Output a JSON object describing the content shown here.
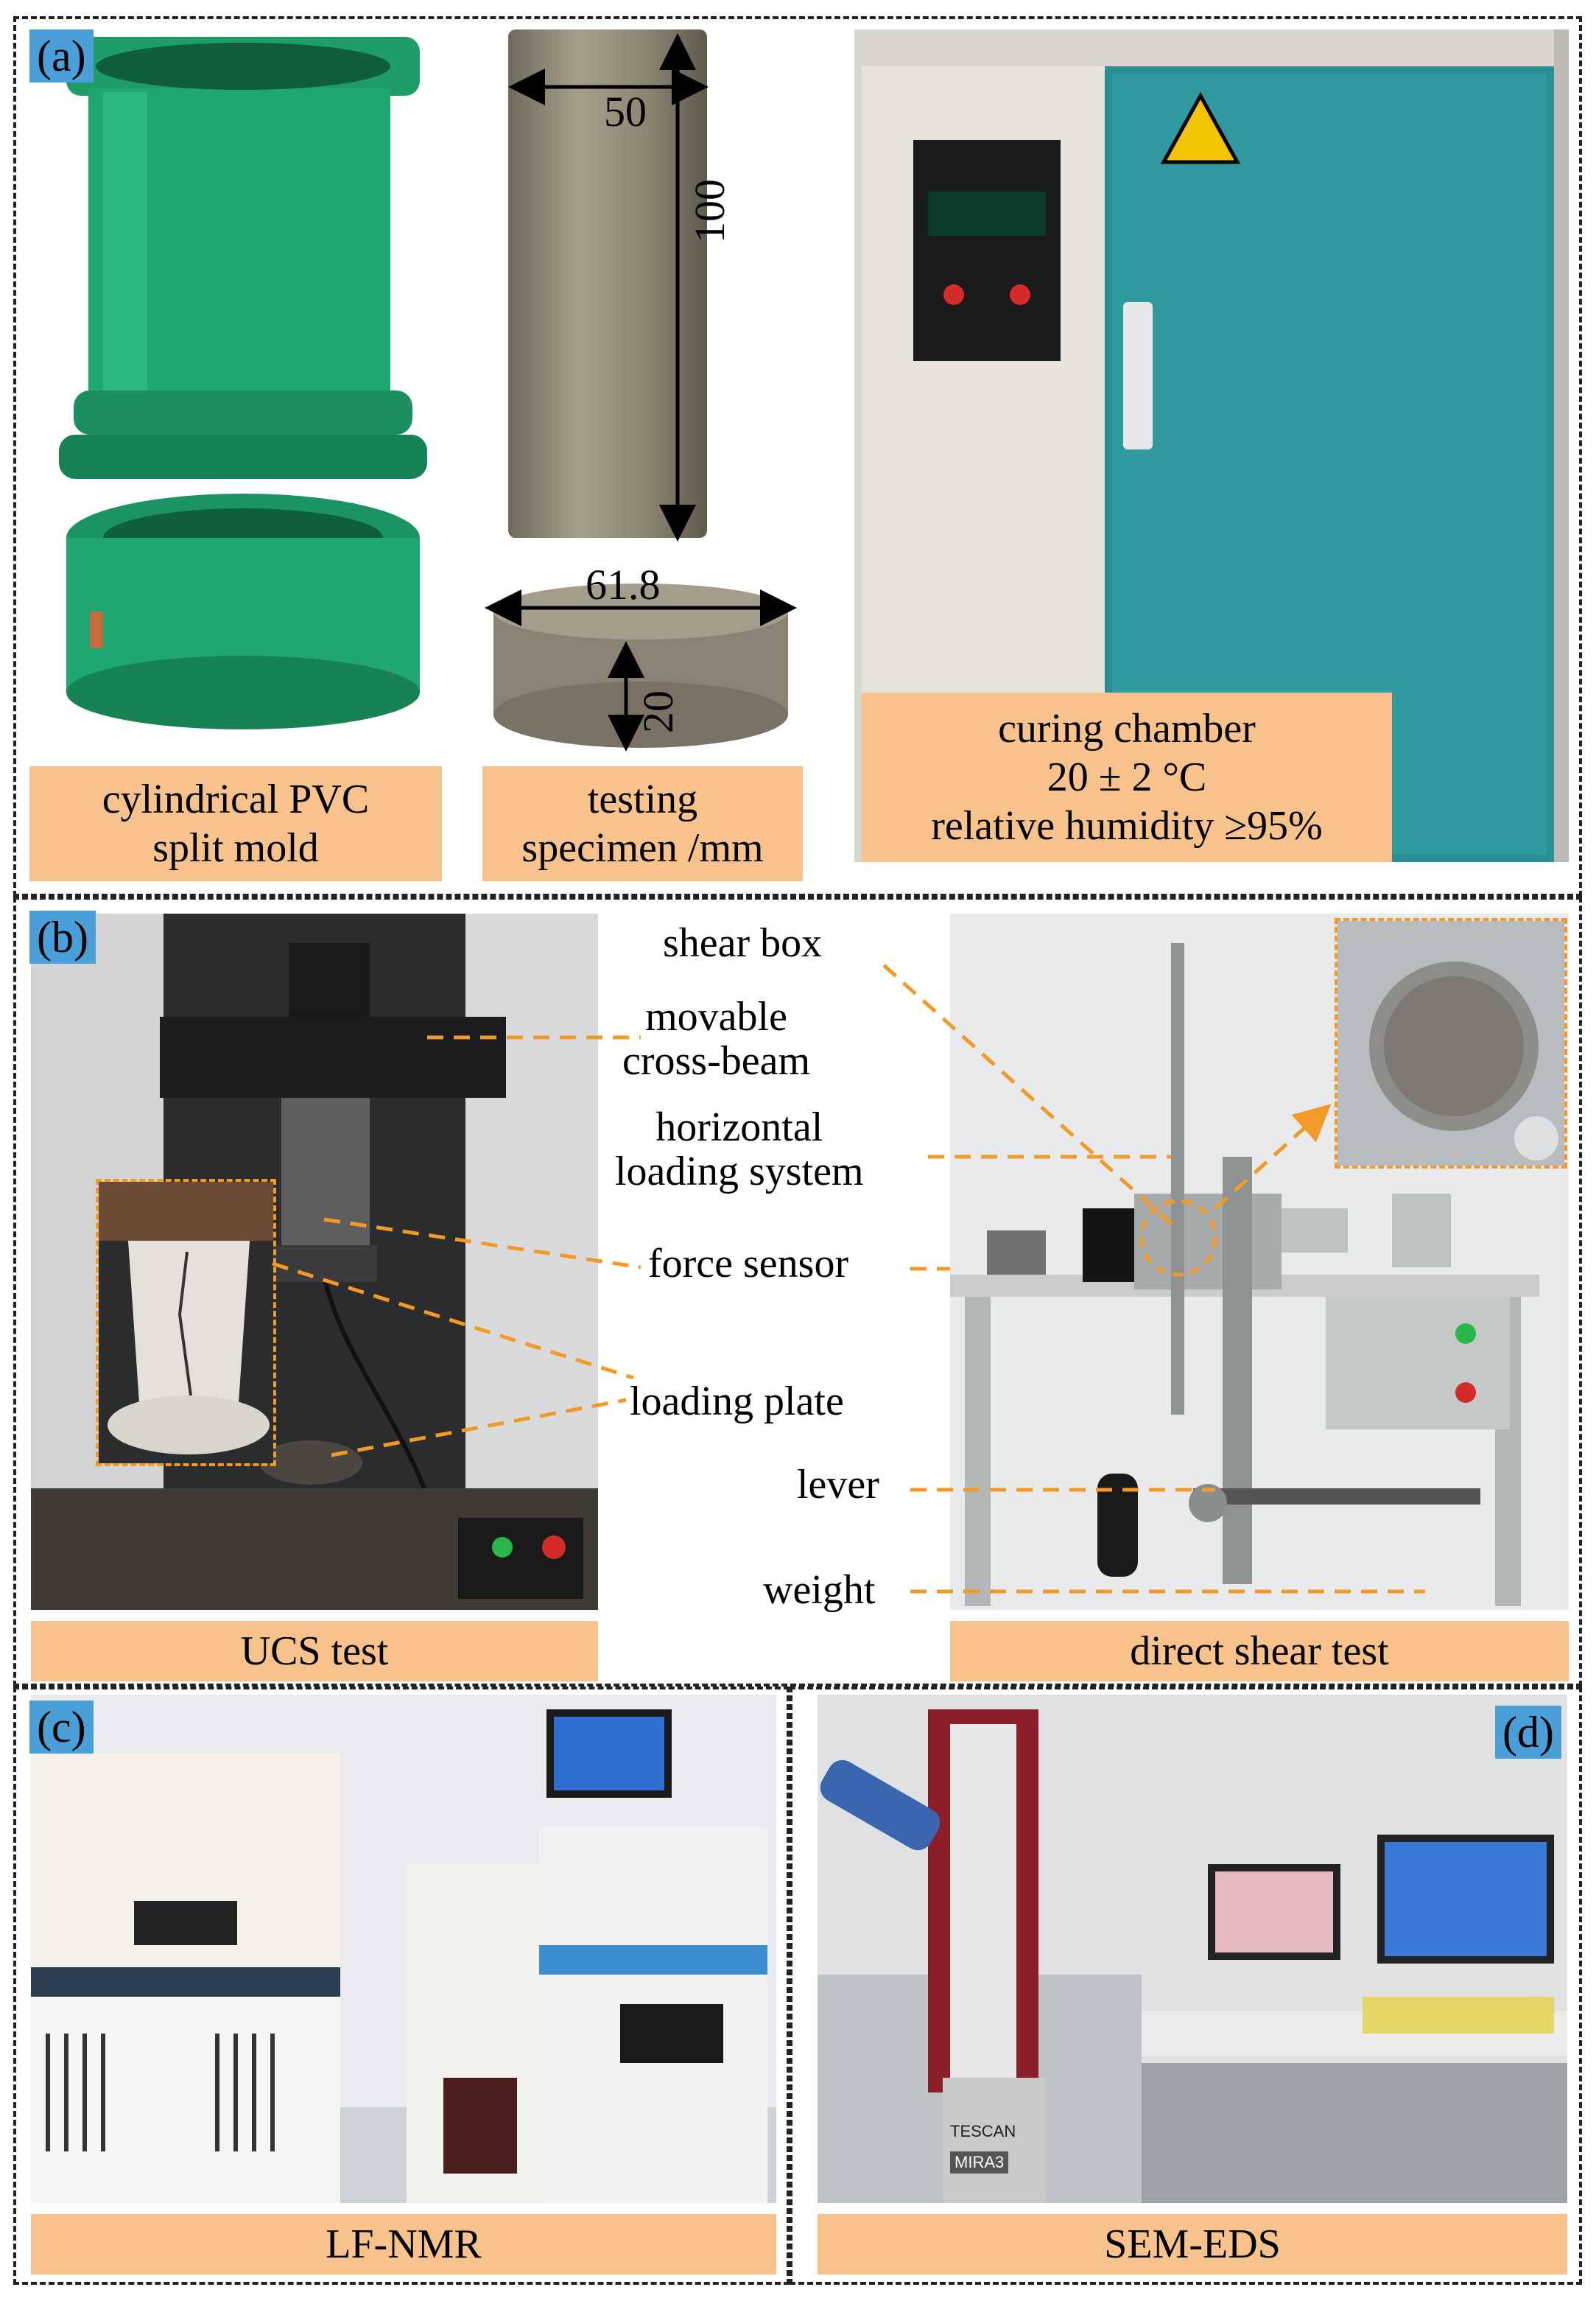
{
  "panels": {
    "a": {
      "tag": "(a)",
      "mold_caption": [
        "cylindrical PVC",
        "split mold"
      ],
      "specimen_caption": [
        "testing",
        "specimen /mm"
      ],
      "chamber_caption": [
        "curing chamber",
        "20 ± 2 °C",
        "relative humidity ≥95%"
      ],
      "dims": {
        "cyl_diameter": "50",
        "cyl_height": "100",
        "disc_diameter": "61.8",
        "disc_height": "20"
      }
    },
    "b": {
      "tag": "(b)",
      "ucs_caption": "UCS test",
      "shear_caption": "direct shear test",
      "labels": {
        "shear_box": "shear box",
        "movable_crossbeam": [
          "movable",
          "cross-beam"
        ],
        "horizontal_loading": [
          "horizontal",
          "loading system"
        ],
        "force_sensor": "force sensor",
        "loading_plate": "loading plate",
        "lever": "lever",
        "weight": "weight"
      }
    },
    "c": {
      "tag": "(c)",
      "caption": "LF-NMR"
    },
    "d": {
      "tag": "(d)",
      "caption": "SEM-EDS",
      "brand": "TESCAN",
      "model": "MIRA3"
    }
  },
  "colors": {
    "tag_blue": "#4a9fd8",
    "caption_orange": "#f7c28b",
    "leader_orange": "#f39a26"
  }
}
